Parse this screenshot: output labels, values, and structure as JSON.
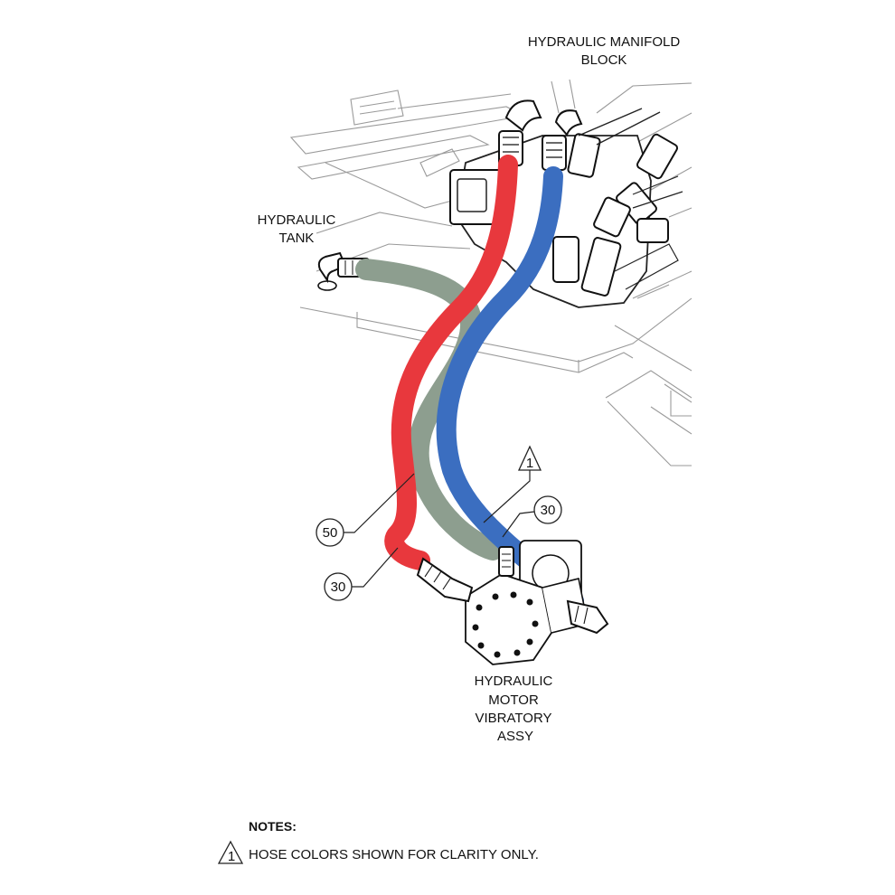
{
  "labels": {
    "manifold_line1": "HYDRAULIC MANIFOLD",
    "manifold_line2": "BLOCK",
    "tank_line1": "HYDRAULIC",
    "tank_line2": "TANK",
    "motor_line1": "HYDRAULIC",
    "motor_line2": "MOTOR",
    "motor_line3": "VIBRATORY",
    "motor_line4": "ASSY"
  },
  "callouts": {
    "note_flag": "1",
    "hose_blue": "30",
    "hose_green": "50",
    "hose_red": "30"
  },
  "notes": {
    "heading": "NOTES:",
    "flag": "1",
    "text": "HOSE COLORS SHOWN FOR CLARITY ONLY."
  },
  "colors": {
    "hose_red": "#e8383d",
    "hose_blue": "#3b6ec0",
    "hose_green": "#8d9e8f"
  }
}
